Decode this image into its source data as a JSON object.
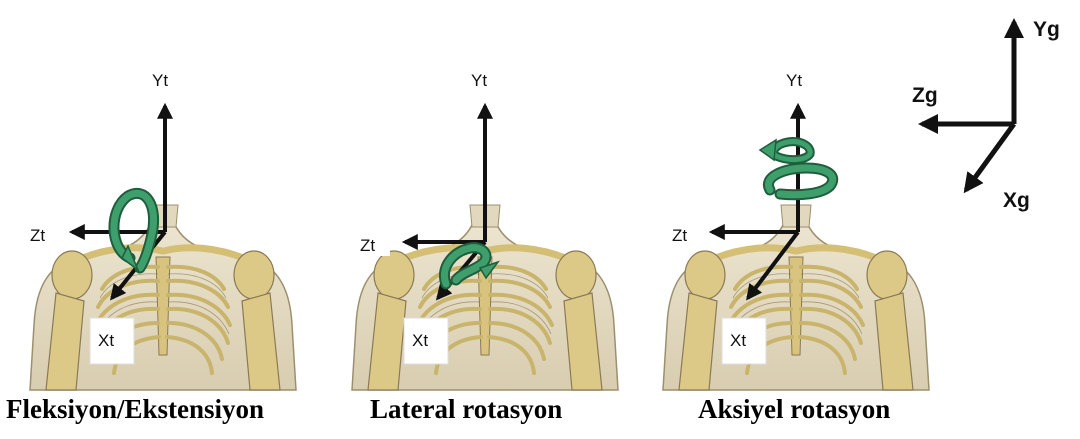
{
  "panels": [
    {
      "id": "flexion",
      "caption": "Fleksiyon/Ekstensiyon",
      "labels": {
        "y": "Yt",
        "z": "Zt",
        "x": "Xt"
      },
      "rotation": "about Zt axis"
    },
    {
      "id": "lateral",
      "caption": "Lateral rotasyon",
      "labels": {
        "y": "Yt",
        "z": "Zt",
        "x": "Xt"
      },
      "rotation": "about Xt axis"
    },
    {
      "id": "axial",
      "caption": "Aksiyel rotasyon",
      "labels": {
        "y": "Yt",
        "z": "Zt",
        "x": "Xt"
      },
      "rotation": "about Yt axis"
    }
  ],
  "global_axes": {
    "y": "Yg",
    "z": "Zg",
    "x": "Xg"
  },
  "colors": {
    "arrow": "#111111",
    "rotation": "#2f8a5c",
    "skin": "#e6dcc5",
    "bone": "#dccb86",
    "outline": "#8a7a55"
  }
}
